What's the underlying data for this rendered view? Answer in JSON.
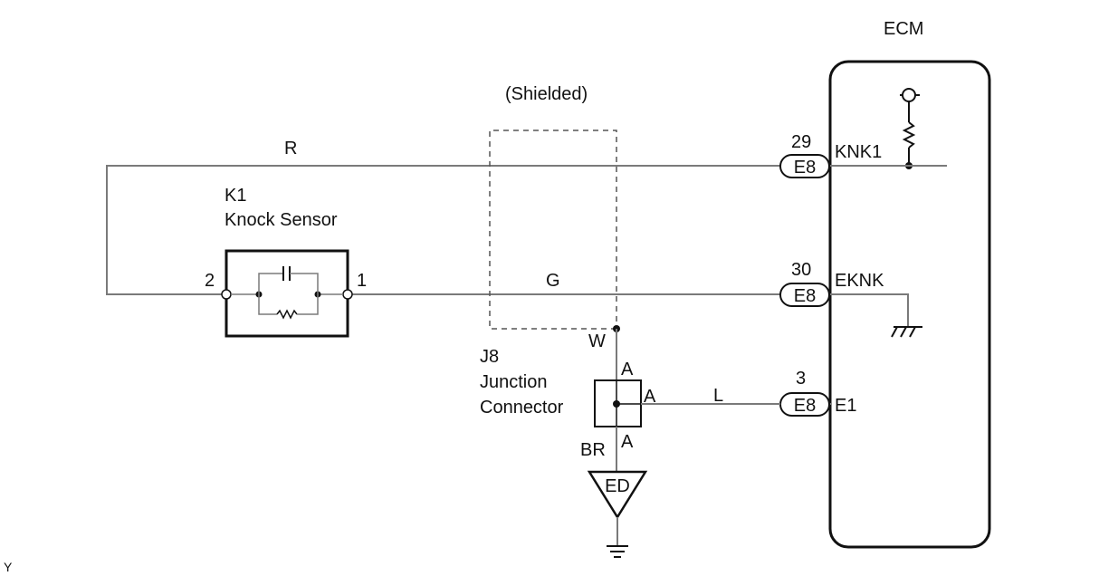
{
  "ecm": {
    "title": "ECM"
  },
  "shield": {
    "label": "(Shielded)"
  },
  "wires": {
    "r": "R",
    "g": "G",
    "w": "W",
    "l": "L",
    "br": "BR"
  },
  "knock_sensor": {
    "code": "K1",
    "name": "Knock Sensor",
    "pin2": "2",
    "pin1": "1"
  },
  "ecm_pins": [
    {
      "number": "29",
      "connector": "E8",
      "signal": "KNK1"
    },
    {
      "number": "30",
      "connector": "E8",
      "signal": "EKNK"
    },
    {
      "number": "3",
      "connector": "E8",
      "signal": "E1"
    }
  ],
  "junction": {
    "code": "J8",
    "line1": "Junction",
    "line2": "Connector",
    "pin_top": "A",
    "pin_right": "A",
    "pin_bottom": "A"
  },
  "ground_point": {
    "label": "ED"
  },
  "corner_mark": "Y"
}
